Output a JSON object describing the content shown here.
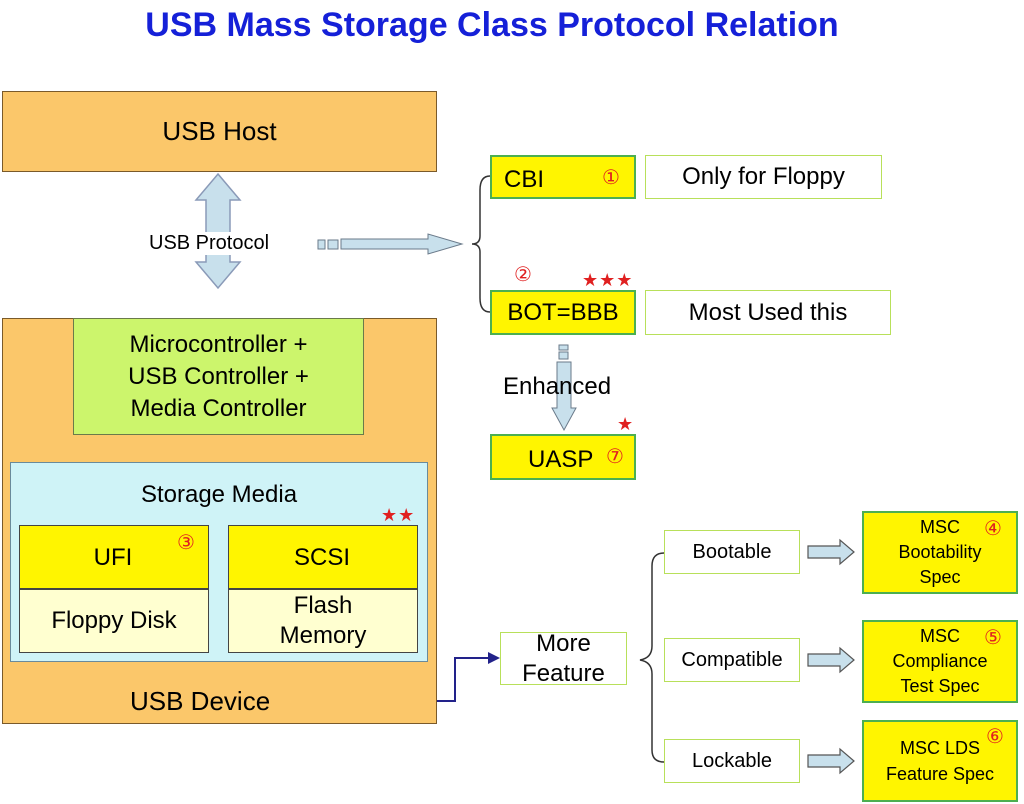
{
  "title": "USB Mass Storage Class Protocol Relation",
  "host": {
    "label": "USB Host"
  },
  "protocol": {
    "label": "USB Protocol"
  },
  "device": {
    "label": "USB Device",
    "microcontroller": {
      "lines": [
        "Microcontroller +",
        "USB Controller +",
        "Media Controller"
      ]
    },
    "storage": {
      "label": "Storage Media",
      "ufi": {
        "label": "UFI",
        "mark": "③",
        "media": "Floppy Disk"
      },
      "scsi": {
        "label": "SCSI",
        "stars": "★★",
        "media_lines": [
          "Flash",
          "Memory"
        ]
      }
    }
  },
  "protocols": {
    "cbi": {
      "label": "CBI",
      "mark": "①",
      "note": "Only for Floppy"
    },
    "bot": {
      "label": "BOT=BBB",
      "mark": "②",
      "stars": "★★★",
      "note": "Most Used this"
    },
    "enhanced": {
      "label": "Enhanced"
    },
    "uasp": {
      "label": "UASP",
      "mark": "⑦",
      "stars": "★"
    }
  },
  "features": {
    "label_lines": [
      "More",
      "Feature"
    ],
    "items": [
      {
        "label": "Bootable",
        "spec_lines": [
          "MSC",
          "Bootability",
          "Spec"
        ],
        "mark": "④"
      },
      {
        "label": "Compatible",
        "spec_lines": [
          "MSC",
          "Compliance",
          "Test Spec"
        ],
        "mark": "⑤"
      },
      {
        "label": "Lockable",
        "spec_lines": [
          "MSC LDS",
          "Feature Spec"
        ],
        "mark": "⑥"
      }
    ]
  },
  "colors": {
    "title": "#1520d8",
    "orange": "#fbc76a",
    "light_green": "#ccf56c",
    "cyan": "#cff3f7",
    "yellow": "#fff500",
    "cream": "#ffffd0",
    "arrow_fill": "#c8e0ec",
    "connector": "#22228a",
    "star_red": "#e02020"
  }
}
